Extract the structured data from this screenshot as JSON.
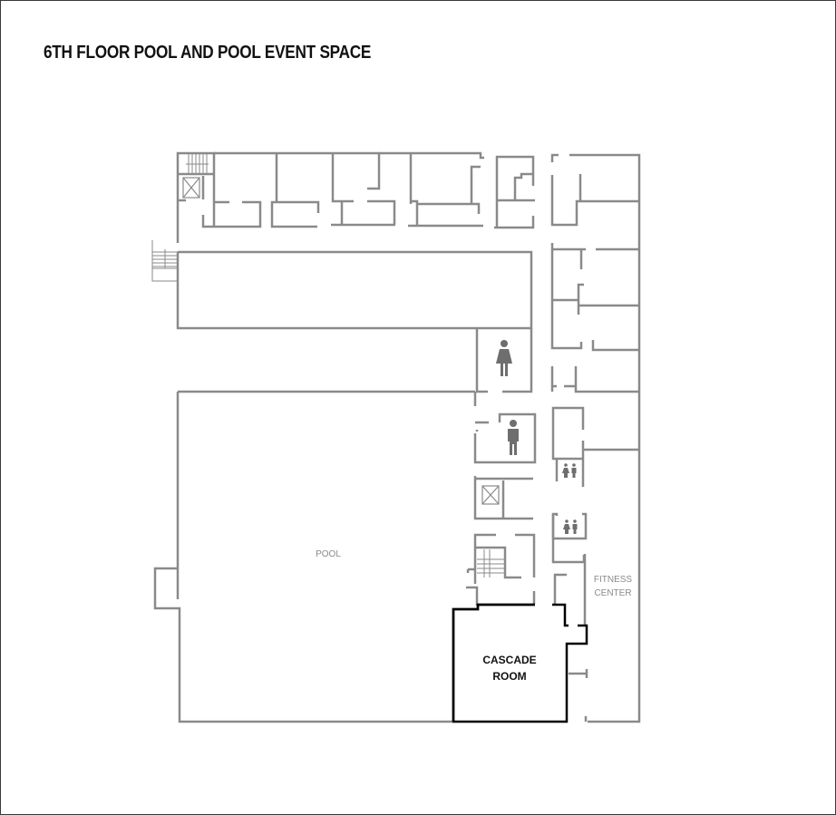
{
  "title": "6TH FLOOR POOL AND POOL EVENT SPACE",
  "colors": {
    "wall": "#8a8a8a",
    "highlight_wall": "#000000",
    "icon": "#6e6e6e",
    "label_gray": "#8a8a8a",
    "label_dark": "#111111"
  },
  "rooms": {
    "pool": {
      "label": "POOL"
    },
    "fitness_center": {
      "line1": "FITNESS",
      "line2": "CENTER"
    },
    "cascade_room": {
      "line1": "CASCADE",
      "line2": "ROOM",
      "highlighted": true
    }
  },
  "icons": [
    {
      "name": "womens-restroom-icon"
    },
    {
      "name": "mens-restroom-icon"
    },
    {
      "name": "unisex-restroom-icon-1"
    },
    {
      "name": "unisex-restroom-icon-2"
    },
    {
      "name": "elevator-icon-1"
    },
    {
      "name": "elevator-icon-2"
    },
    {
      "name": "stairs-icon-1"
    },
    {
      "name": "stairs-icon-2"
    },
    {
      "name": "stairs-icon-3"
    }
  ]
}
